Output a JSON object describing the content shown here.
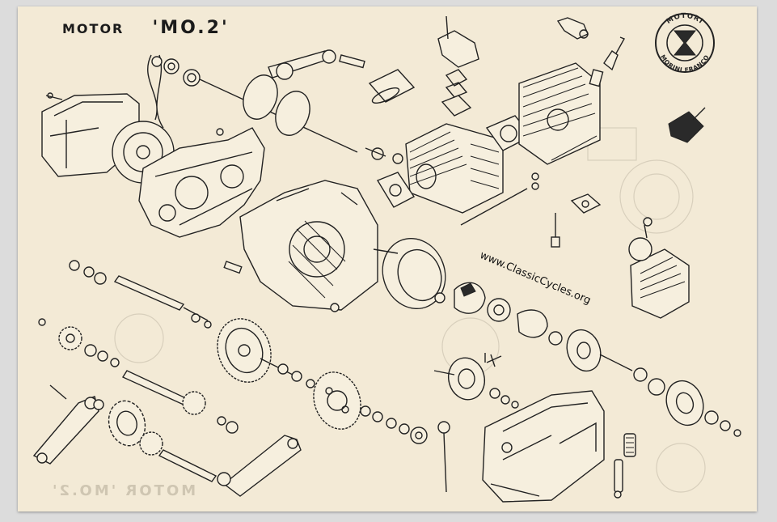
{
  "title": {
    "prefix": "MOTOR",
    "model": "'MO.2'"
  },
  "logo": {
    "text_top": "MOTORI",
    "text_bottom": "MORINI FRANCO"
  },
  "watermark": "www.ClassicCycles.org",
  "reverse_print": "MOTOR 'MO.2'"
}
